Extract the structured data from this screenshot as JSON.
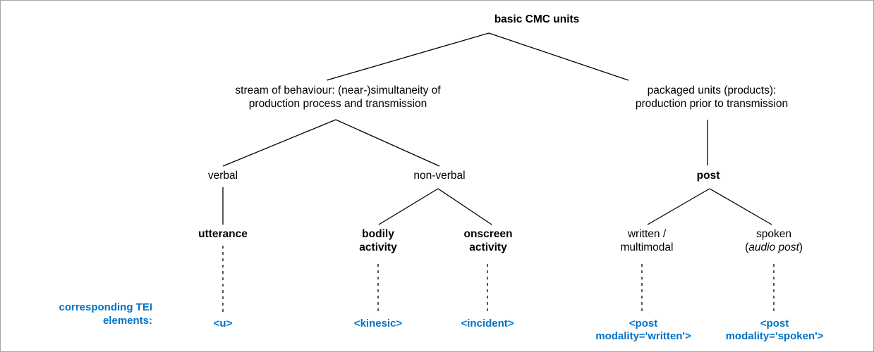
{
  "diagram": {
    "title_node": "basic CMC units",
    "legend": "corresponding TEI\nelements:",
    "accent_color": "#0072c6",
    "line_color": "#000000",
    "nodes": {
      "root": "basic CMC units",
      "stream": "stream of behaviour: (near-)simultaneity of\nproduction process and transmission",
      "packaged": "packaged units (products):\nproduction prior to transmission",
      "verbal": "verbal",
      "nonverbal": "non-verbal",
      "post": "post",
      "utterance": "utterance",
      "bodily": "bodily\nactivity",
      "onscreen": "onscreen\nactivity",
      "written": "written /\nmultimodal",
      "spoken_line1": "spoken",
      "spoken_paren_open": "(",
      "spoken_italic": "audio post",
      "spoken_paren_close": ")"
    },
    "tei": {
      "u": "<u>",
      "kinesic": "<kinesic>",
      "incident": "<incident>",
      "post_written_line1": "<post",
      "post_written_line2": "modality='written'>",
      "post_spoken_line1": "<post",
      "post_spoken_line2": "modality='spoken'>"
    }
  }
}
